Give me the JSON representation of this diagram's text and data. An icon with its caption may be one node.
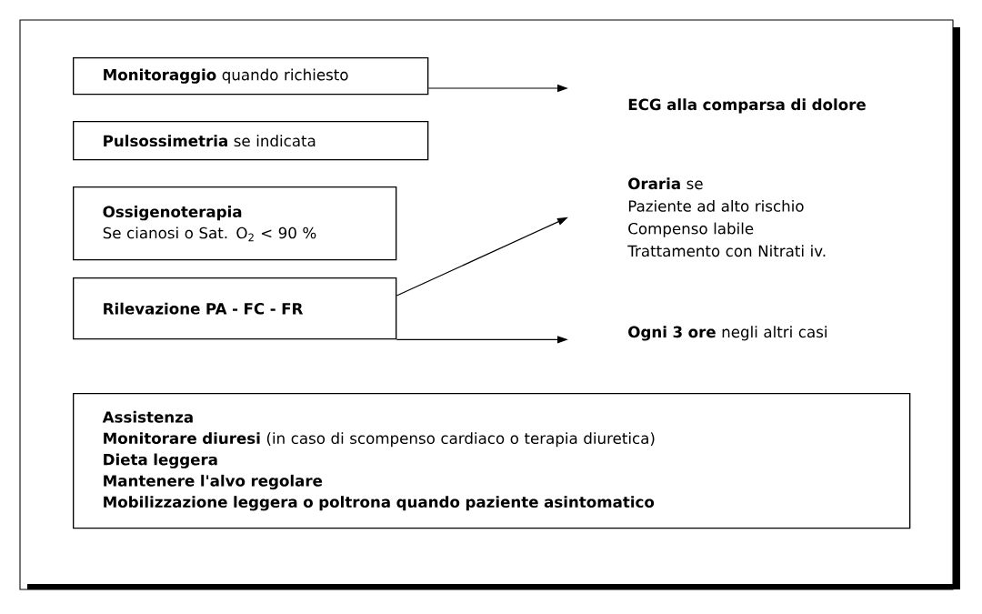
{
  "diagram": {
    "nodes": [
      {
        "text": [
          "**Monitoraggio** quando richiesto"
        ]
      },
      {
        "text": [
          "**Pulsossimetria** se indicata"
        ]
      },
      {
        "text": [
          "Ossigenoterapia",
          "Se cianosi o Sat. O$_{2}$ < 90 %"
        ]
      },
      {
        "text": [
          "Rilevazione PA - FC - FR"
        ]
      },
      {
        "text": [
          "ECG alla comparsa di dolore"
        ]
      },
      {
        "text": [
          "**Oraria** se",
          "Paziente ad alto rischio",
          "Compenso labile",
          "Trattamento con Nitrati iv."
        ]
      },
      {
        "text": [
          "**Ogni 3 ore** negli altri casi"
        ]
      },
      {
        "text": [
          "Assistenza",
          "**Monitorare diuresi** (in caso di scompenso cardiaco o terapia diuretica)",
          "Dieta leggera",
          "Mantenere l'alvo regolare",
          "Mobilizzazione leggera o poltrona quando paziente asintomatico"
        ]
      }
    ],
    "edges": [
      {
        "from": 0,
        "to": 4,
        "arrow": "to"
      },
      {
        "from": 3,
        "to": 5,
        "arrow": "to"
      },
      {
        "from": 3,
        "to": 6,
        "arrow": "to"
      }
    ]
  }
}
